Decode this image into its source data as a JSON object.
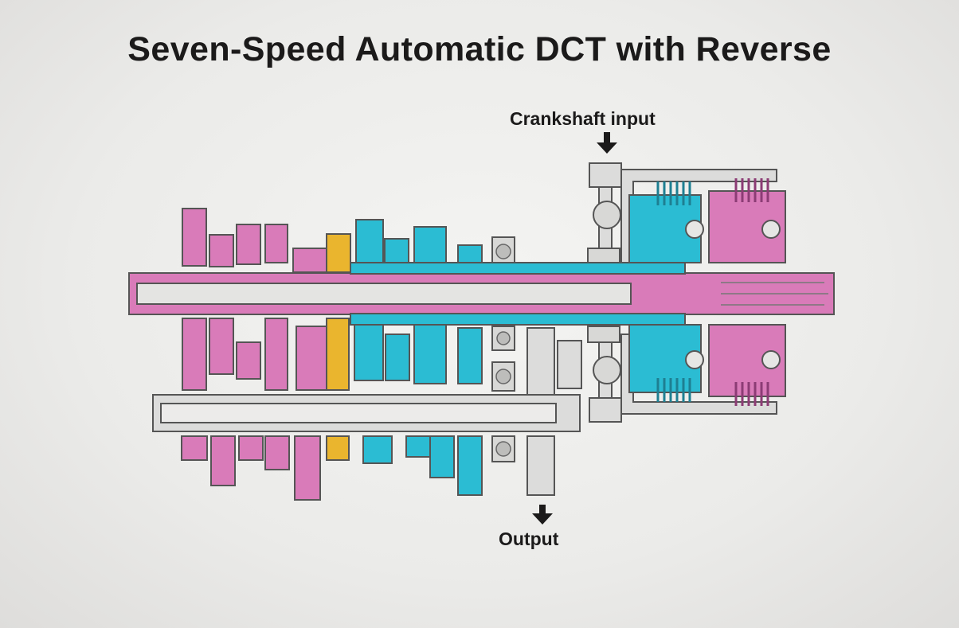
{
  "title": "Seven-Speed Automatic DCT with Reverse",
  "labels": {
    "crankshaft_input": "Crankshaft input",
    "output": "Output"
  },
  "colors": {
    "odd_gears": "#d97bb9",
    "even_gears": "#2bbcd3",
    "reverse": "#eab52e",
    "housing": "#dcdcdb",
    "outline": "#555555"
  }
}
